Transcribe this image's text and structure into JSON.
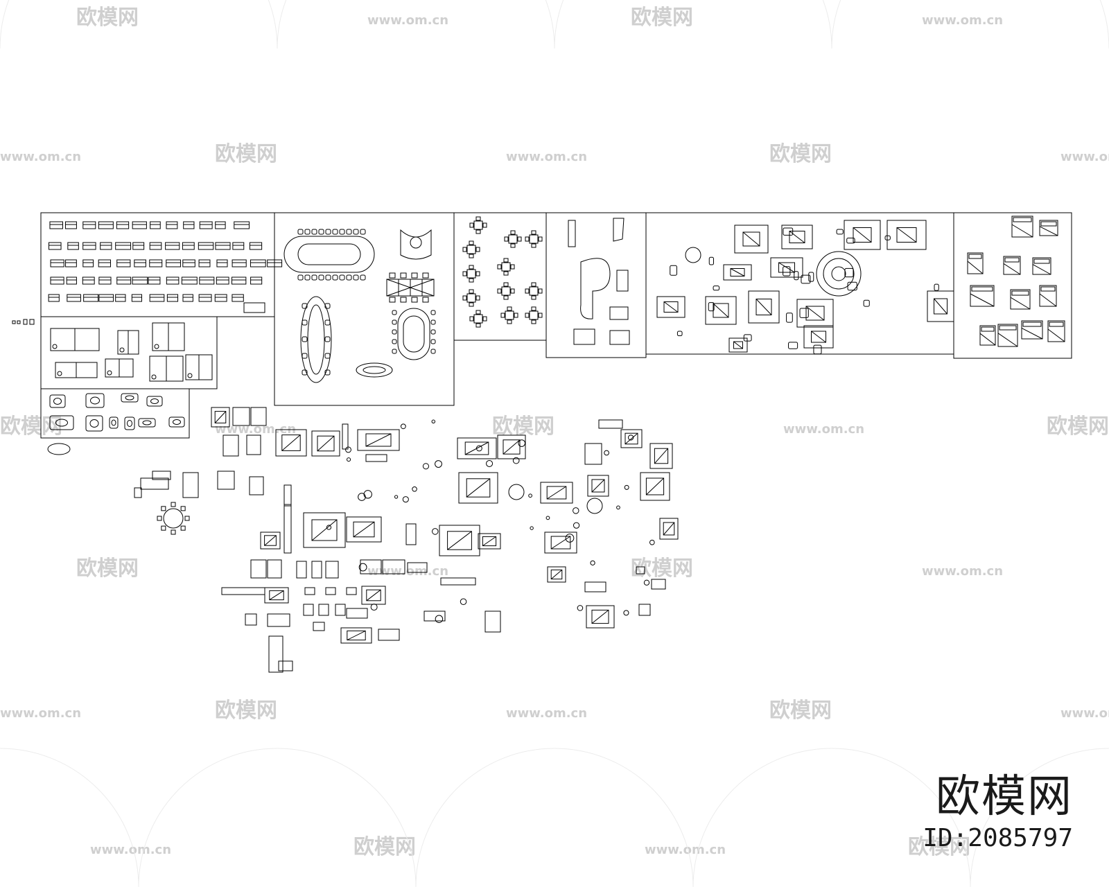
{
  "watermark": {
    "logo_text": "欧模网",
    "url_text": "www.om.cn",
    "color": "#cfcfcf"
  },
  "brand": {
    "name": "欧模网",
    "id_label": "ID:2085797"
  },
  "line_color": "#000000",
  "panels": [
    "sofa-elevations",
    "conference-tables",
    "dining-sets",
    "office-chairs",
    "living-room-layouts",
    "bedroom-layouts",
    "office-desks",
    "bathroom-fixtures"
  ]
}
